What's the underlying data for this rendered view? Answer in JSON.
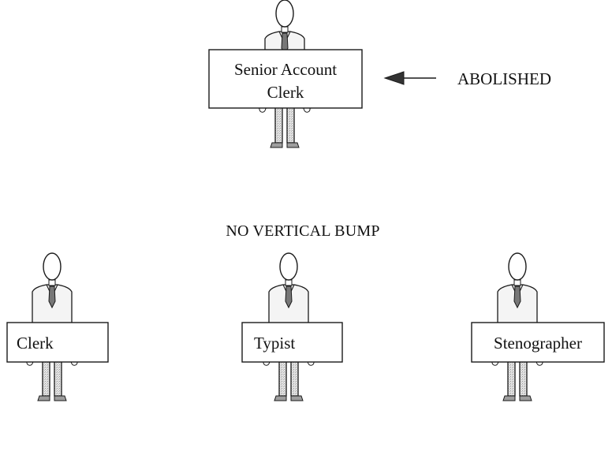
{
  "diagram": {
    "top_figure": {
      "sign_lines": [
        "Senior Account",
        "Clerk"
      ],
      "status": "ABOLISHED"
    },
    "caption": "NO VERTICAL BUMP",
    "bottom_figures": [
      {
        "sign": "Clerk"
      },
      {
        "sign": "Typist"
      },
      {
        "sign": "Stenographer"
      }
    ]
  },
  "colors": {
    "line": "#1a1a1a",
    "body_fill": "#d9d9d9",
    "background": "#ffffff"
  }
}
